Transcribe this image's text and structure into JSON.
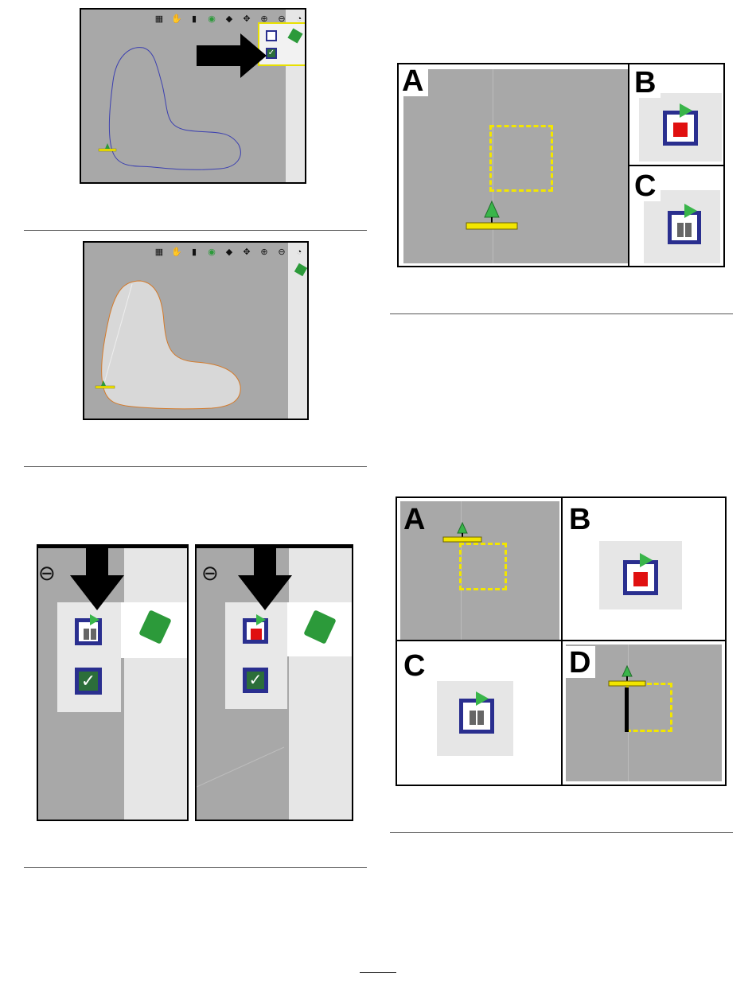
{
  "figure1": {
    "toolbar_icons": [
      "keyboard-icon",
      "hand-icon",
      "book-icon",
      "gps-icon",
      "layers-icon",
      "pan-icon",
      "zoom-in-icon",
      "zoom-out-icon",
      "menu-icon"
    ]
  },
  "figure3": {
    "panels": [
      {
        "state": "paused"
      },
      {
        "state": "recording"
      }
    ]
  },
  "figure4": {
    "labels": {
      "a": "A",
      "b": "B",
      "c": "C"
    }
  },
  "figure5": {
    "labels": {
      "a": "A",
      "b": "B",
      "c": "C",
      "d": "D"
    }
  },
  "colors": {
    "map_bg": "#a8a8a8",
    "panel_bg": "#e6e6e6",
    "boundary_blue": "#3b3fb0",
    "boundary_orange": "#d47a2a",
    "guide_yellow": "#f2e600",
    "icon_blue": "#2a2f8f",
    "record_red": "#e01010",
    "field_green": "#2c9a3a",
    "arrow_green": "#39b54a"
  }
}
